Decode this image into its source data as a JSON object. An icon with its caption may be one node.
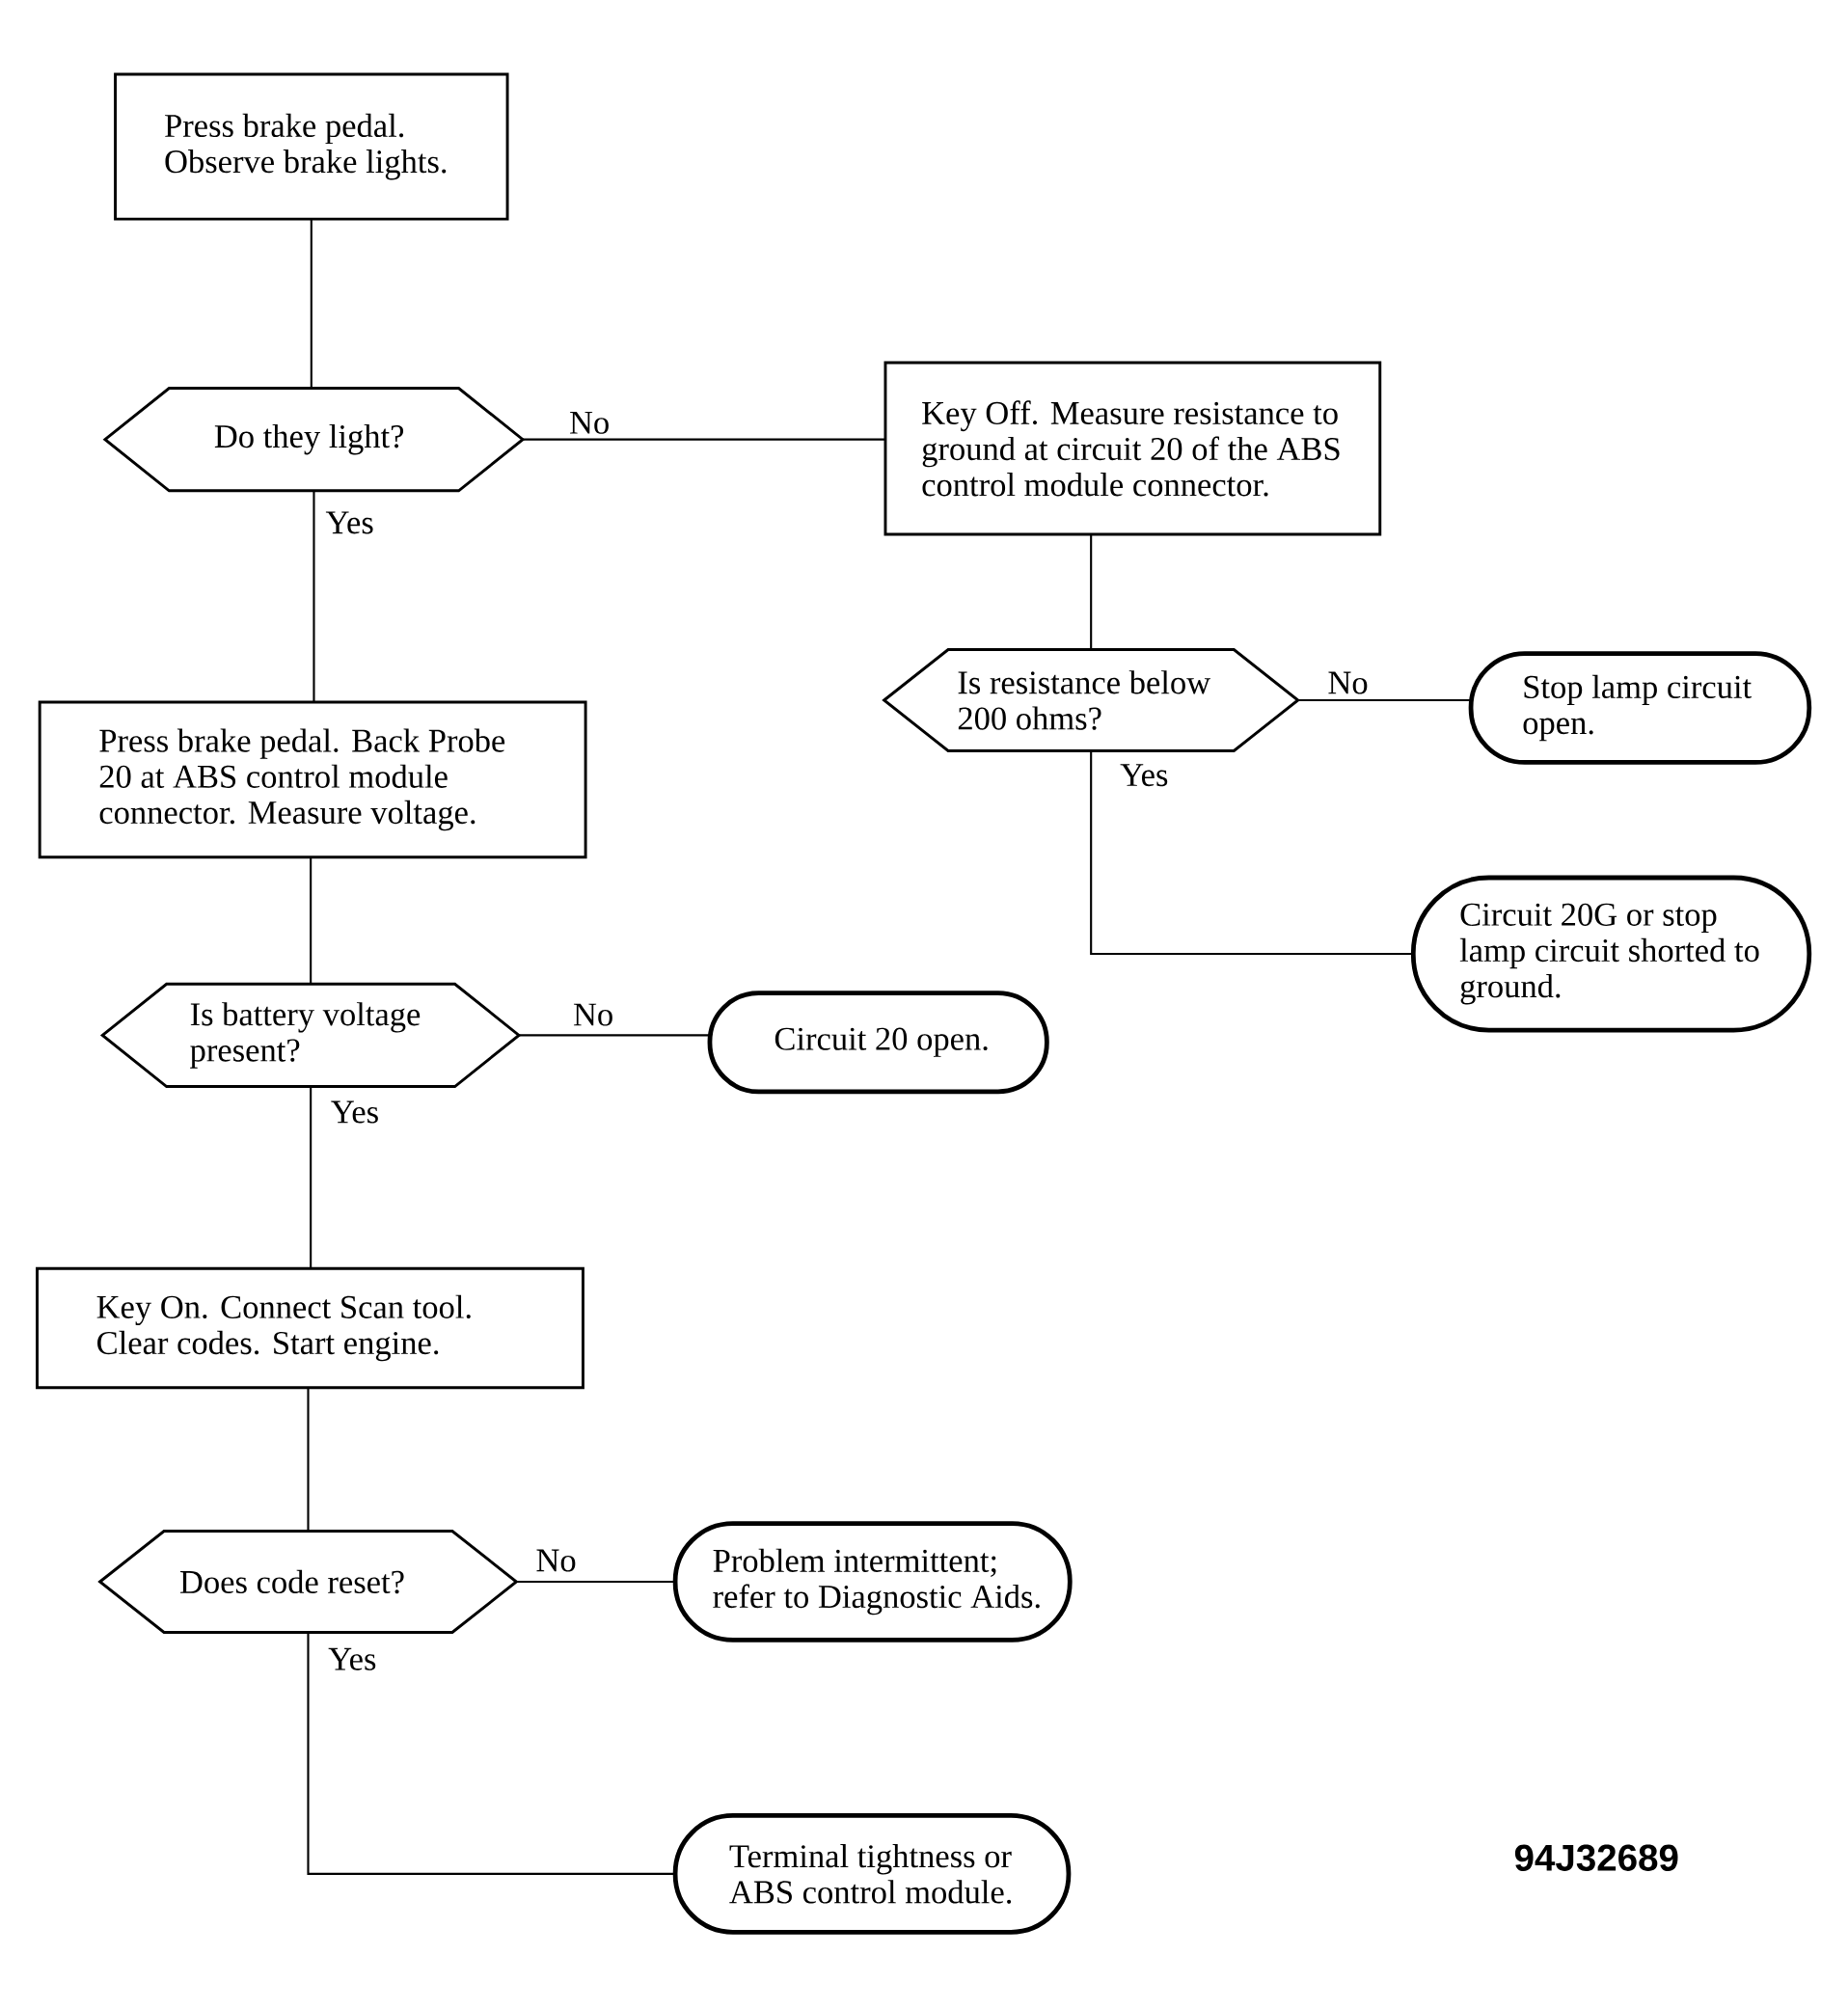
{
  "diagram": {
    "nodes": [
      {
        "text": [
          "Press brake pedal. Observe brake lights."
        ]
      },
      {
        "text": [
          "Do they light?"
        ]
      },
      {
        "text": [
          "Key Off. Measure resistance to ground at circuit 20 of the ABS control module connector."
        ]
      },
      {
        "text": [
          "Is resistance below 200 ohms?"
        ]
      },
      {
        "text": [
          "Stop lamp circuit open."
        ]
      },
      {
        "text": [
          "Circuit 20G or stop lamp circuit shorted to ground."
        ]
      },
      {
        "text": [
          "Press brake pedal. Back Probe 20 at ABS control module connector. Measure voltage."
        ]
      },
      {
        "text": [
          "Is battery voltage present?"
        ]
      },
      {
        "text": [
          "Circuit 20 open."
        ]
      },
      {
        "text": [
          "Key On. Connect Scan tool. Clear codes. Start engine."
        ]
      },
      {
        "text": [
          "Does code reset?"
        ]
      },
      {
        "text": [
          "Problem intermittent; refer to Diagnostic Aids."
        ]
      },
      {
        "text": [
          "Terminal tightness or ABS control module."
        ]
      }
    ],
    "edges": [
      {
        "from": 0,
        "to": 1,
        "arrow": "none"
      },
      {
        "from": 1,
        "to": 2,
        "arrow": "none",
        "label": "No"
      },
      {
        "from": 1,
        "to": 6,
        "arrow": "none",
        "label": "Yes"
      },
      {
        "from": 2,
        "to": 3,
        "arrow": "none"
      },
      {
        "from": 3,
        "to": 4,
        "arrow": "none",
        "label": "No"
      },
      {
        "from": 3,
        "to": 5,
        "arrow": "none",
        "label": "Yes"
      },
      {
        "from": 6,
        "to": 7,
        "arrow": "none"
      },
      {
        "from": 7,
        "to": 8,
        "arrow": "none",
        "label": "No"
      },
      {
        "from": 7,
        "to": 9,
        "arrow": "none",
        "label": "Yes"
      },
      {
        "from": 9,
        "to": 10,
        "arrow": "none"
      },
      {
        "from": 10,
        "to": 11,
        "arrow": "none",
        "label": "No"
      },
      {
        "from": 10,
        "to": 12,
        "arrow": "none",
        "label": "Yes"
      }
    ],
    "labels": [
      "94J32689"
    ]
  }
}
